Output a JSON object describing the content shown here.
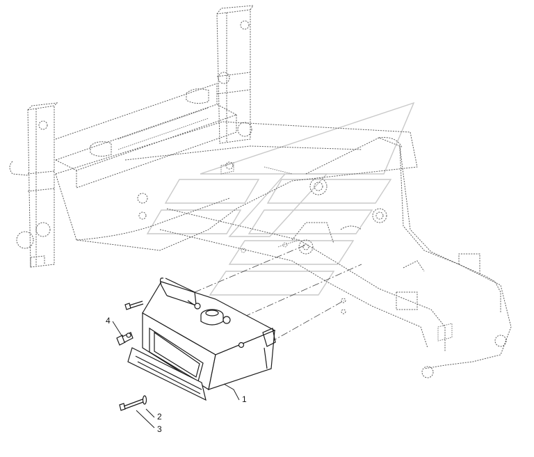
{
  "callouts": [
    {
      "id": "1",
      "label": "1"
    },
    {
      "id": "2",
      "label": "2"
    },
    {
      "id": "3",
      "label": "3"
    },
    {
      "id": "4",
      "label": "4"
    }
  ],
  "colors": {
    "line": "#3a3a3a",
    "solid_part": "#1a1a1a",
    "watermark": "#c9c9c9",
    "background": "#ffffff"
  },
  "icons": {
    "watermark": "stylized-brand-watermark-icon"
  }
}
